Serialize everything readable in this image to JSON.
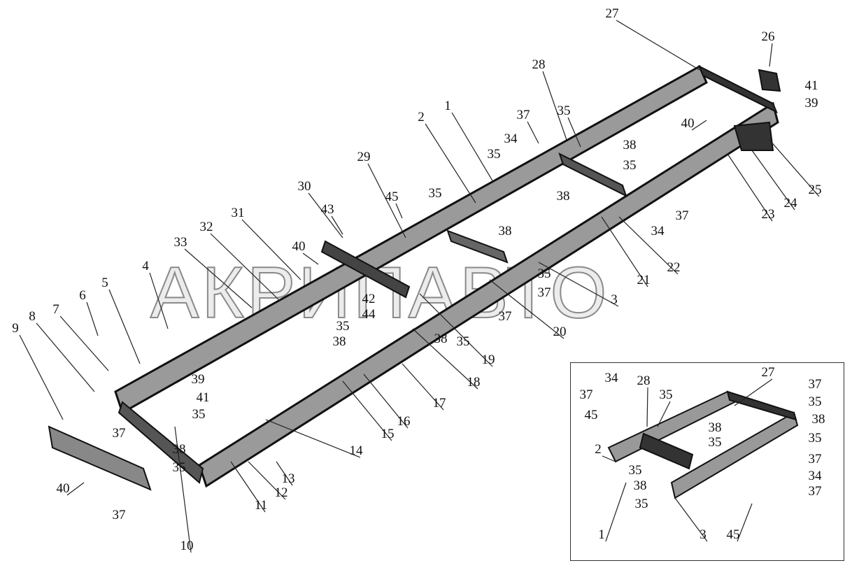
{
  "watermark": "АКРИПАВТО",
  "colors": {
    "rail_fill": "#9a9a9a",
    "outline": "#111111",
    "line": "#222222"
  },
  "main_callouts": [
    "27",
    "26",
    "41",
    "39",
    "28",
    "35",
    "1",
    "2",
    "37",
    "34",
    "35",
    "38",
    "35",
    "40",
    "38",
    "35",
    "38",
    "29",
    "45",
    "30",
    "43",
    "40",
    "31",
    "32",
    "33",
    "4",
    "5",
    "6",
    "7",
    "8",
    "9",
    "42",
    "44",
    "35",
    "38",
    "38",
    "35",
    "35",
    "37",
    "37",
    "3",
    "21",
    "22",
    "20",
    "19",
    "18",
    "17",
    "16",
    "15",
    "14",
    "13",
    "12",
    "11",
    "10",
    "39",
    "41",
    "35",
    "38",
    "35",
    "37",
    "40",
    "37",
    "23",
    "24",
    "25",
    "34",
    "37"
  ],
  "inset_callouts": [
    "27",
    "28",
    "35",
    "34",
    "37",
    "45",
    "2",
    "37",
    "35",
    "38",
    "35",
    "38",
    "35",
    "35",
    "38",
    "35",
    "37",
    "34",
    "37",
    "1",
    "3",
    "45"
  ]
}
